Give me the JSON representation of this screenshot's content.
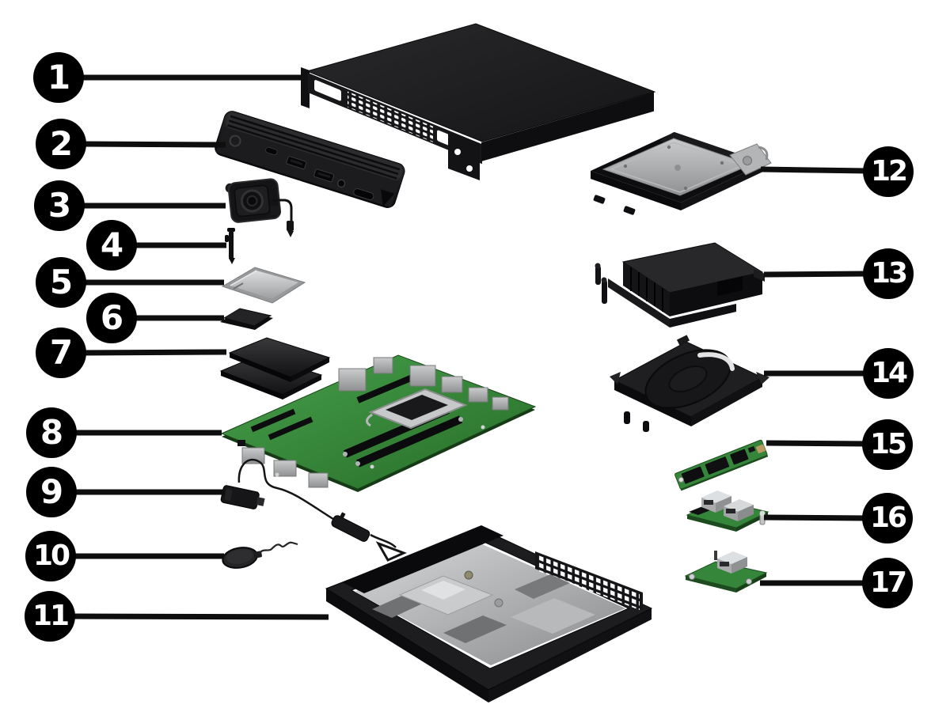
{
  "figure": {
    "kind": "exploded-parts-diagram",
    "background": "#ffffff"
  },
  "palette": {
    "badge_bg": "#000000",
    "badge_text": "#ffffff",
    "leader_line": "#0e0e0e",
    "part_dark": "#1b1b1d",
    "pcb_green": "#35863a",
    "metal_silver": "#c6c8ca"
  },
  "callouts": [
    {
      "label": "1",
      "target": "top-cover"
    },
    {
      "label": "2",
      "target": "front-bezel"
    },
    {
      "label": "3",
      "target": "speaker"
    },
    {
      "label": "4",
      "target": "post-pin"
    },
    {
      "label": "5",
      "target": "processor"
    },
    {
      "label": "6",
      "target": "small-chip"
    },
    {
      "label": "7",
      "target": "blank-plates"
    },
    {
      "label": "8",
      "target": "system-board"
    },
    {
      "label": "9",
      "target": "antenna-cable"
    },
    {
      "label": "10",
      "target": "coin-battery"
    },
    {
      "label": "11",
      "target": "chassis"
    },
    {
      "label": "12",
      "target": "hard-drive-assembly"
    },
    {
      "label": "13",
      "target": "fan-duct"
    },
    {
      "label": "14",
      "target": "fan"
    },
    {
      "label": "15",
      "target": "m2-ssd"
    },
    {
      "label": "16",
      "target": "usb-port-board"
    },
    {
      "label": "17",
      "target": "io-port-board"
    }
  ]
}
